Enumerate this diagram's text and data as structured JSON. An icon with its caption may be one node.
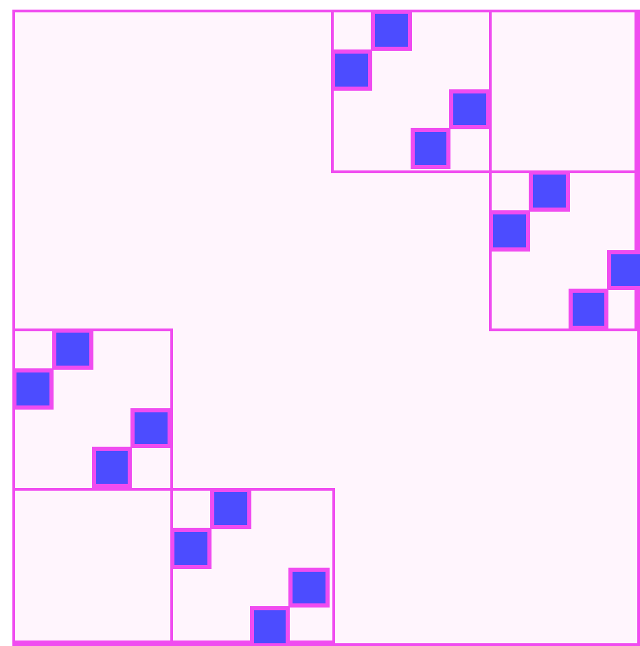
{
  "diagram": {
    "nodes": [
      {
        "text": [],
        "shape": "box"
      },
      {
        "text": [],
        "shape": "box",
        "in": 0
      },
      {
        "text": [],
        "shape": "box",
        "in": 1
      },
      {
        "text": [],
        "shape": "box",
        "in": 1
      },
      {
        "text": [],
        "shape": "box",
        "in": 1
      },
      {
        "text": [],
        "shape": "box",
        "in": 1
      },
      {
        "text": [],
        "shape": "box",
        "in": 0
      },
      {
        "text": [],
        "shape": "box",
        "in": 0
      },
      {
        "text": [],
        "shape": "box",
        "in": 7
      },
      {
        "text": [],
        "shape": "box",
        "in": 7
      },
      {
        "text": [],
        "shape": "box",
        "in": 7
      },
      {
        "text": [],
        "shape": "box",
        "in": 7
      },
      {
        "text": [],
        "shape": "box",
        "in": 0
      },
      {
        "text": [],
        "shape": "box",
        "in": 12
      },
      {
        "text": [],
        "shape": "box",
        "in": 12
      },
      {
        "text": [],
        "shape": "box",
        "in": 12
      },
      {
        "text": [],
        "shape": "box",
        "in": 12
      },
      {
        "text": [],
        "shape": "box",
        "in": 0
      },
      {
        "text": [],
        "shape": "box",
        "in": 0
      },
      {
        "text": [],
        "shape": "box",
        "in": 18
      },
      {
        "text": [],
        "shape": "box",
        "in": 18
      },
      {
        "text": [],
        "shape": "box",
        "in": 18
      },
      {
        "text": [],
        "shape": "box",
        "in": 18
      }
    ]
  }
}
